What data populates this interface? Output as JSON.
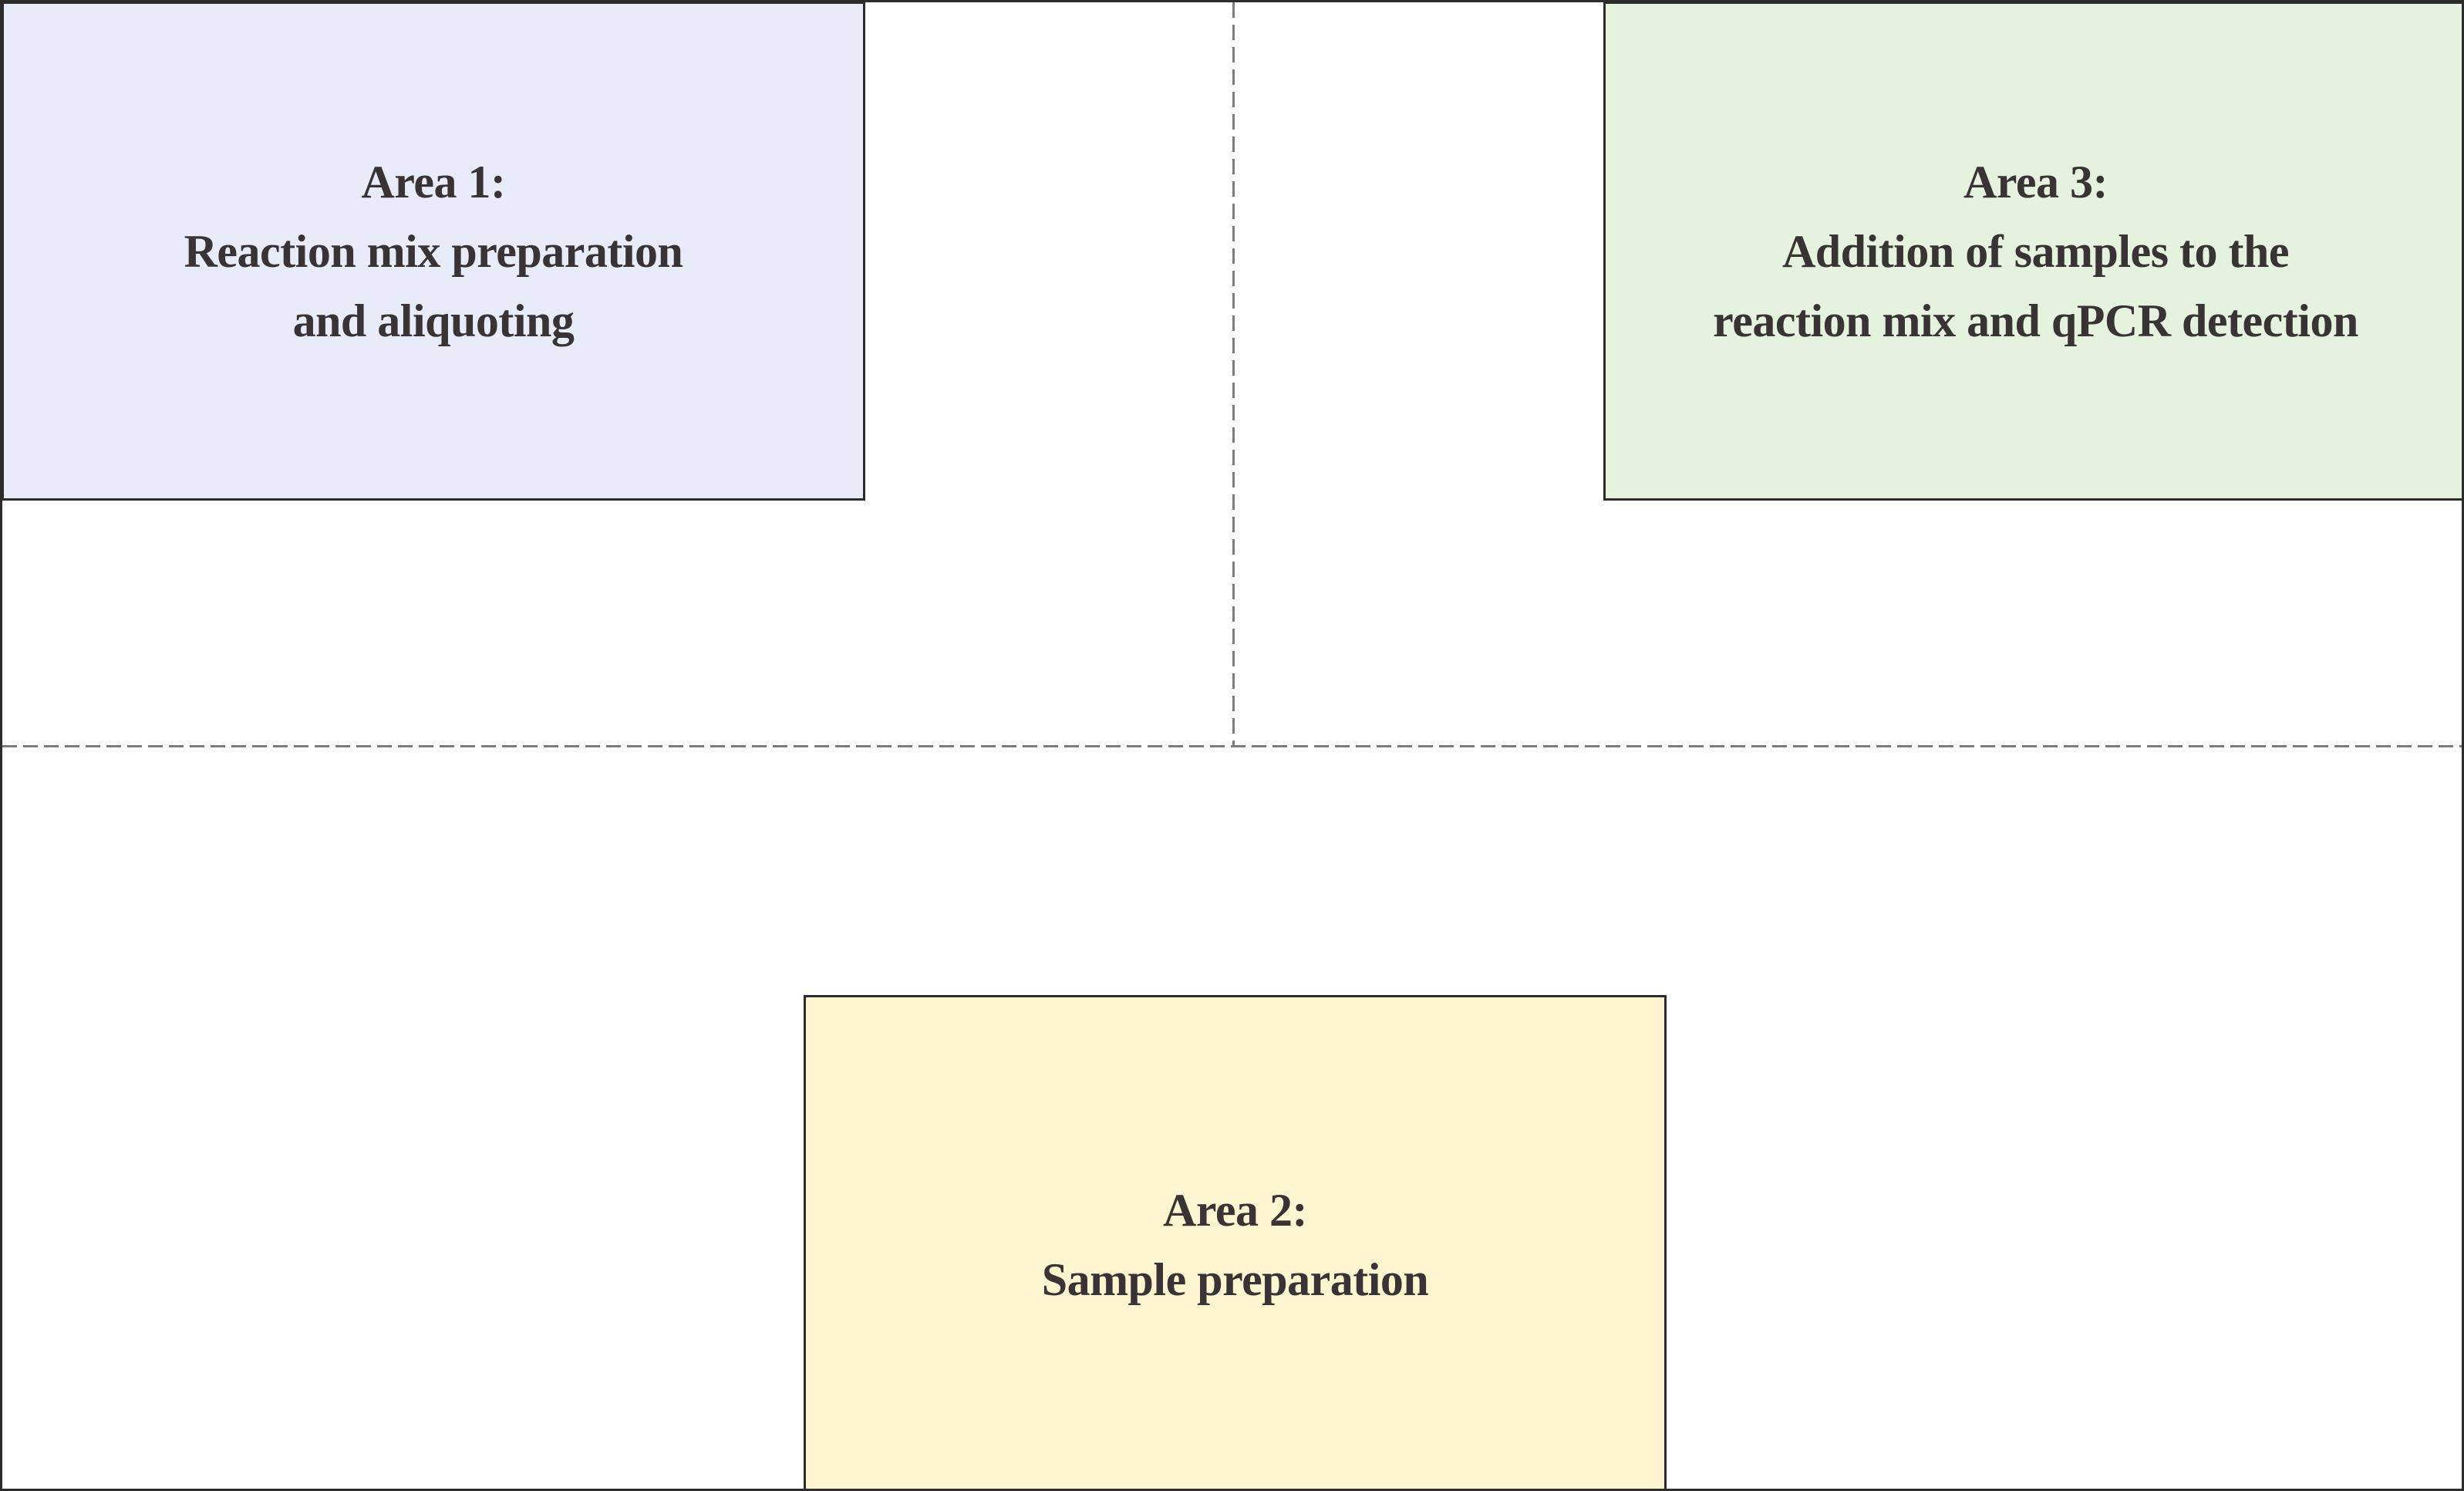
{
  "figure": {
    "area1": {
      "heading": "Area 1:",
      "line2": "Reaction mix preparation",
      "line3": "and aliquoting",
      "fill": "#E7ECF8"
    },
    "area2": {
      "heading": "Area 2:",
      "line2": "Sample preparation",
      "fill": "#FCF5CF"
    },
    "area3": {
      "heading": "Area 3:",
      "line2": "Addition of samples to the",
      "line3": "reaction mix and qPCR detection",
      "fill": "#E5F2DE"
    },
    "colors": {
      "border": "#2E2B2C",
      "dash": "#7C7C7C",
      "text": "#3A3335",
      "background": "#FFFFFF"
    }
  }
}
